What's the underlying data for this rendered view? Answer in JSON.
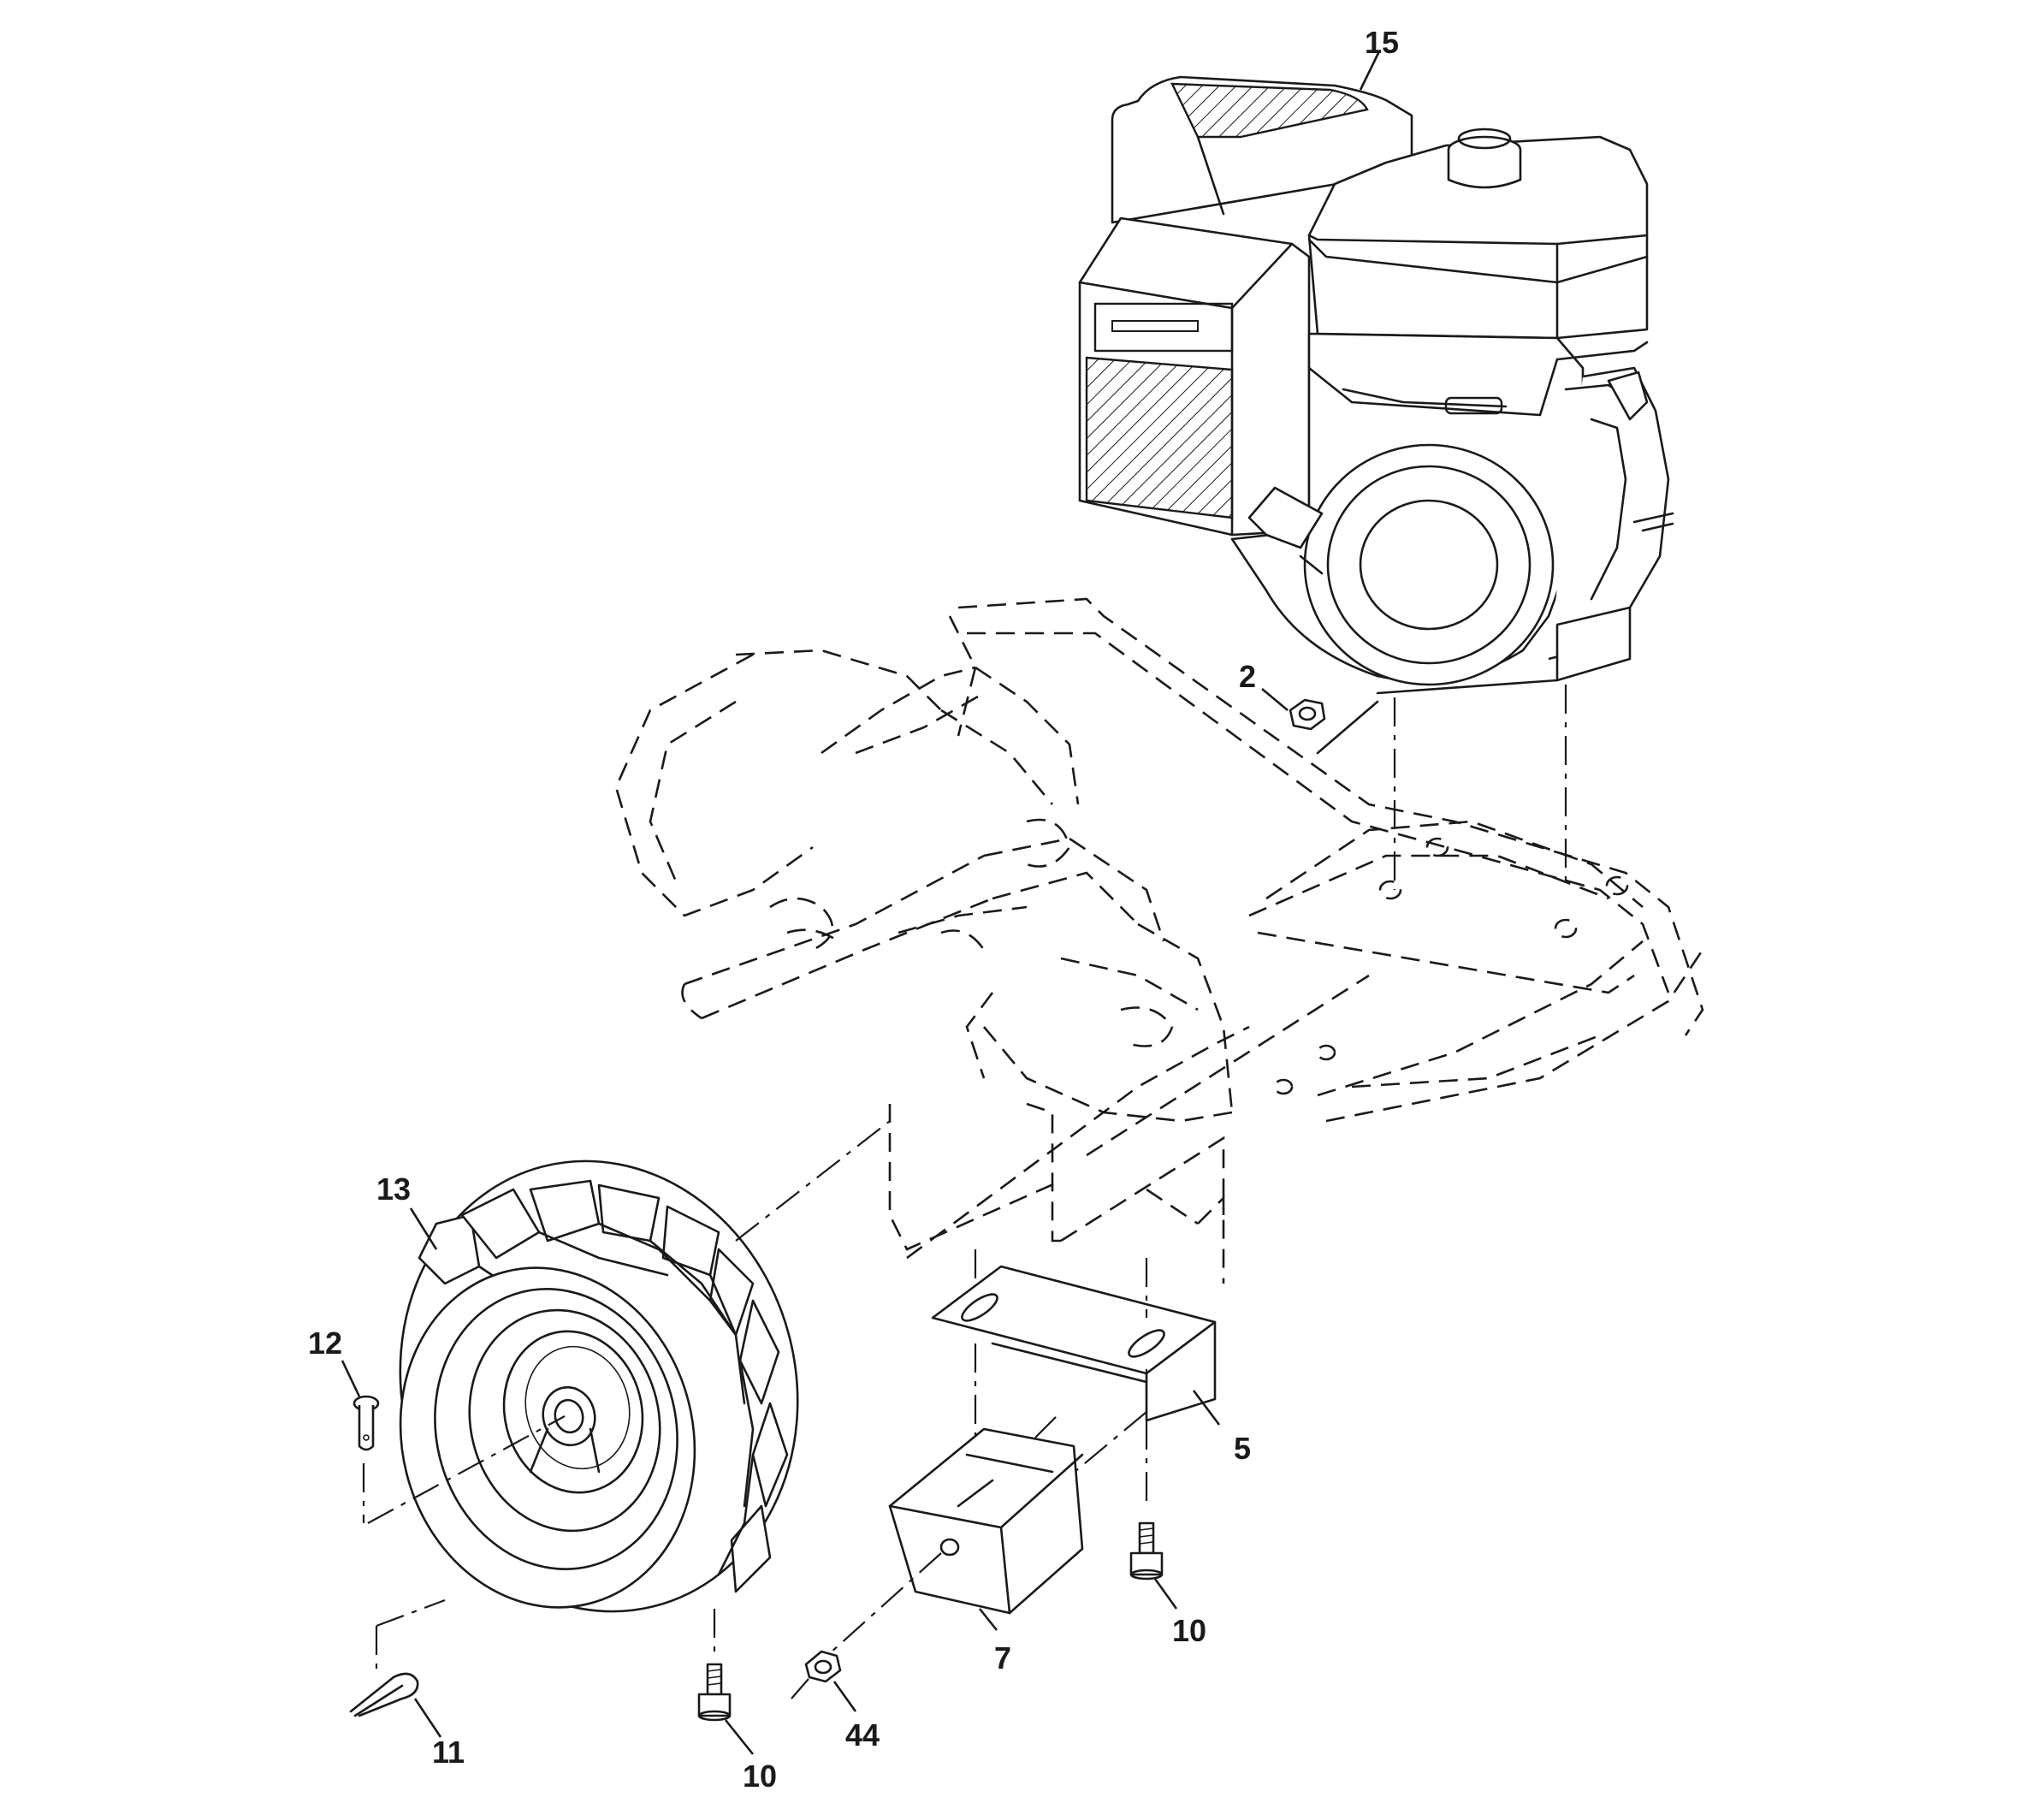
{
  "callouts": [
    {
      "id": "c15",
      "label": "15",
      "part": "engine"
    },
    {
      "id": "c2",
      "label": "2",
      "part": "flange-nut"
    },
    {
      "id": "c13",
      "label": "13",
      "part": "wheel-tire"
    },
    {
      "id": "c12",
      "label": "12",
      "part": "clevis-pin"
    },
    {
      "id": "c5",
      "label": "5",
      "part": "depth-bar-bracket"
    },
    {
      "id": "c7",
      "label": "7",
      "part": "weight-block"
    },
    {
      "id": "c10a",
      "label": "10",
      "part": "bolt-right"
    },
    {
      "id": "c44",
      "label": "44",
      "part": "nut"
    },
    {
      "id": "c10b",
      "label": "10",
      "part": "bolt-bottom"
    },
    {
      "id": "c11",
      "label": "11",
      "part": "hairpin-clip"
    }
  ]
}
